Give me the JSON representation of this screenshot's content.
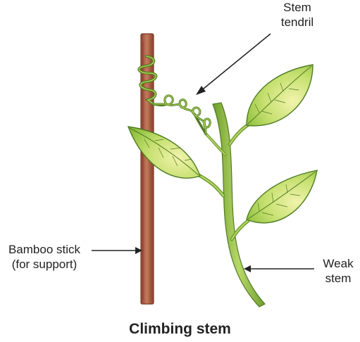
{
  "labels": {
    "tendril_line1": "Stem",
    "tendril_line2": "tendril",
    "stick_line1": "Bamboo stick",
    "stick_line2": "(for support)",
    "weak_line1": "Weak",
    "weak_line2": "stem"
  },
  "caption": "Climbing stem",
  "colors": {
    "stick": "#b5644a",
    "stick_dark": "#7a3a28",
    "stem": "#9cc34a",
    "stem_dark": "#4f7a22",
    "leaf": "#b6d95a",
    "leaf_light": "#eef3a6",
    "leaf_vein": "#4d7a22",
    "arrow": "#222222"
  }
}
